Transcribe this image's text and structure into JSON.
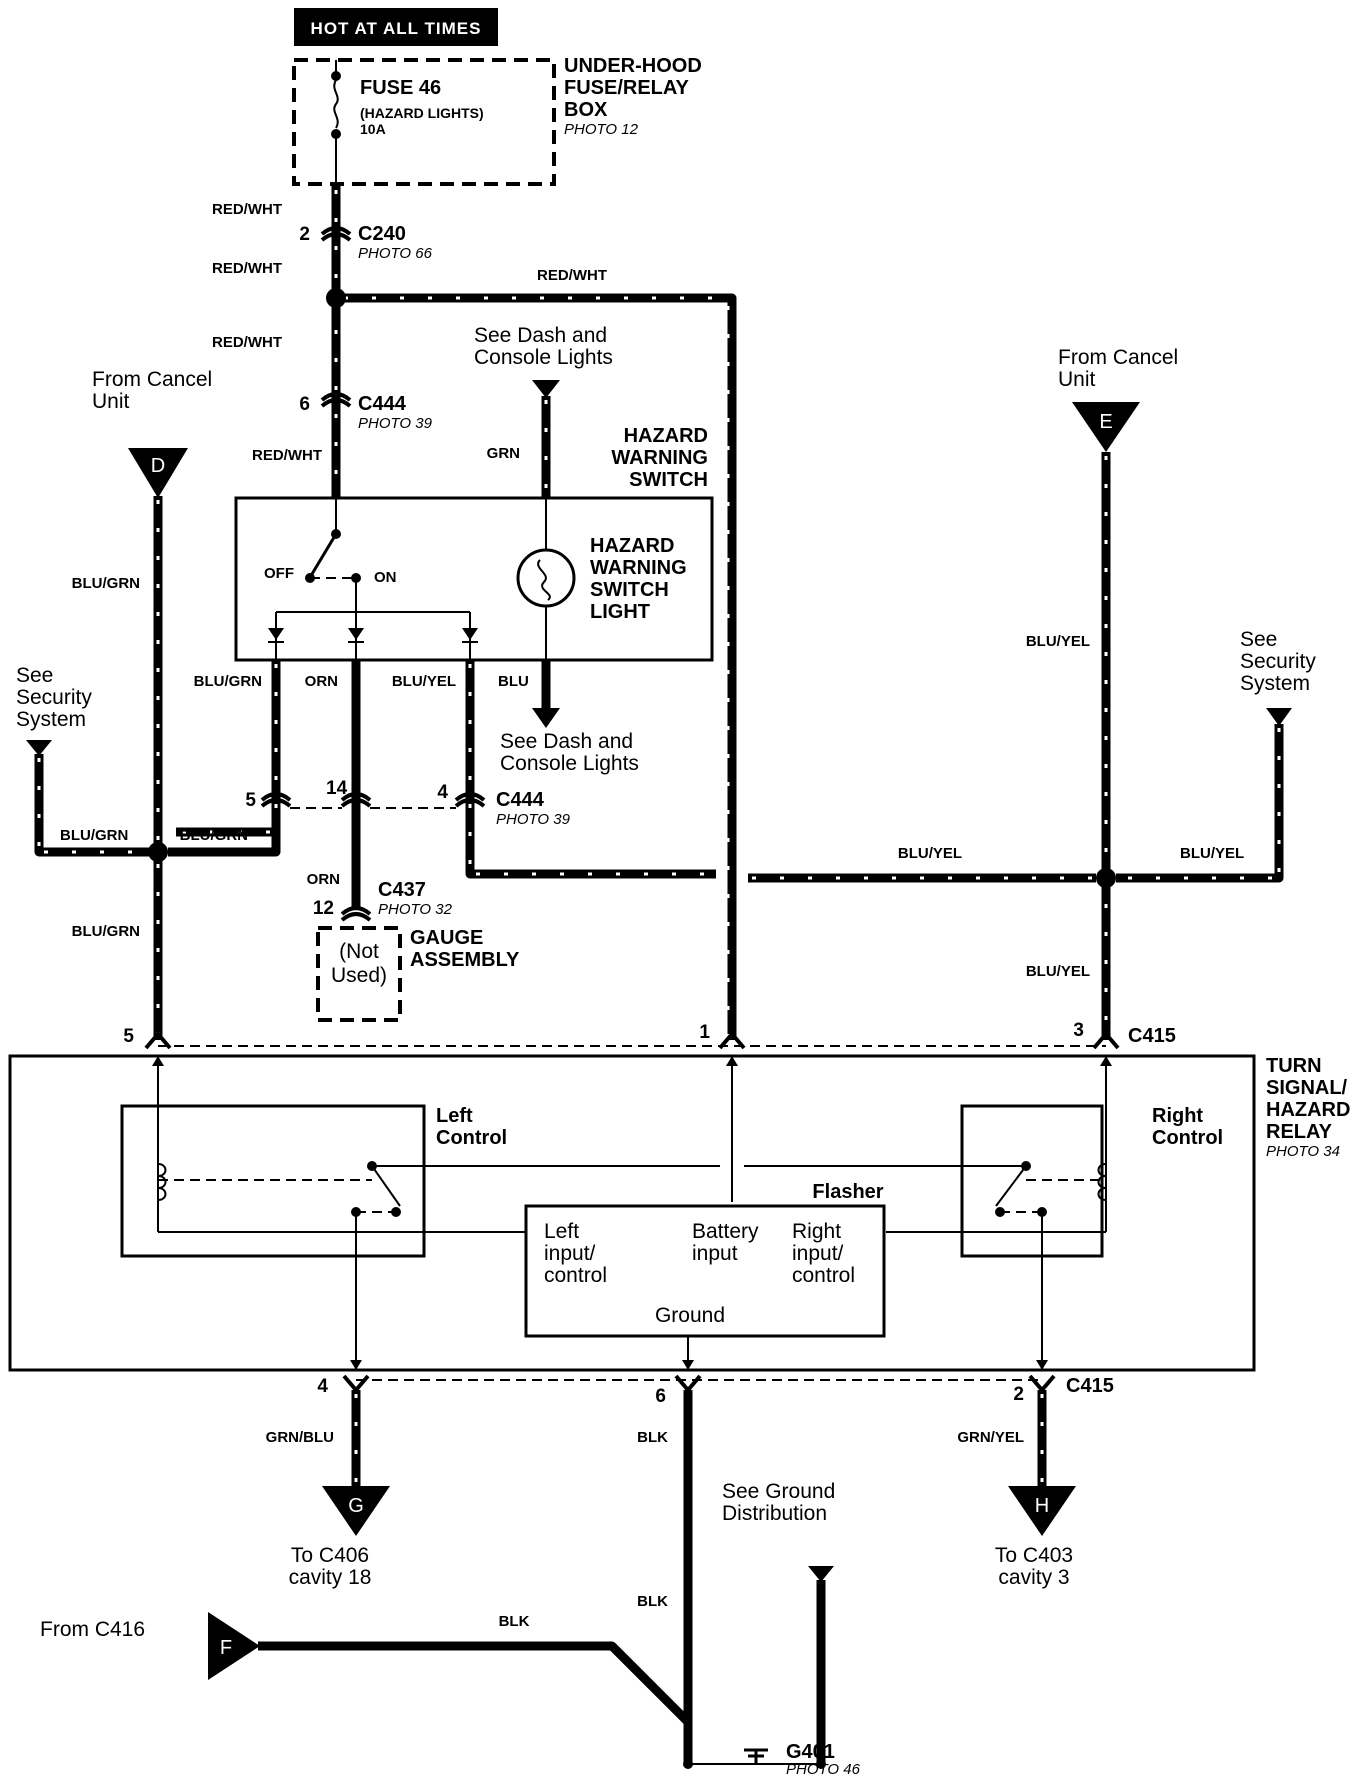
{
  "header": {
    "hot_label": "HOT AT ALL TIMES"
  },
  "fuse_box": {
    "fuse": "FUSE 46",
    "fuse_desc": "(HAZARD LIGHTS)",
    "rating": "10A",
    "title_1": "UNDER-HOOD",
    "title_2": "FUSE/RELAY",
    "title_3": "BOX",
    "photo": "PHOTO 12"
  },
  "connectors": {
    "c240": "C240",
    "c240_photo": "PHOTO 66",
    "c240_pin": "2",
    "c444_top": "C444",
    "c444_top_photo": "PHOTO 39",
    "c444_top_pin": "6",
    "c444_mid": "C444",
    "c444_mid_photo": "PHOTO 39",
    "c444_pin_5": "5",
    "c444_pin_14": "14",
    "c444_pin_4": "4",
    "c437": "C437",
    "c437_photo": "PHOTO 32",
    "c437_pin": "12",
    "c415_top": "C415",
    "c415_pin_5": "5",
    "c415_pin_1": "1",
    "c415_pin_3": "3",
    "c415_bottom": "C415",
    "c415_pin_4": "4",
    "c415_pin_6": "6",
    "c415_pin_2": "2"
  },
  "wires": {
    "red_wht": "RED/WHT",
    "grn": "GRN",
    "blu": "BLU",
    "blu_grn": "BLU/GRN",
    "blu_yel": "BLU/YEL",
    "orn": "ORN",
    "grn_blu": "GRN/BLU",
    "grn_yel": "GRN/YEL",
    "blk": "BLK"
  },
  "refs": {
    "dash_lights_1": "See Dash and",
    "dash_lights_2": "Console Lights",
    "cancel_unit_1": "From Cancel",
    "cancel_unit_2": "Unit",
    "security_1": "See",
    "security_2": "Security",
    "security_3": "System",
    "ground_dist_1": "See Ground",
    "ground_dist_2": "Distribution",
    "to_c406_1": "To C406",
    "to_c406_2": "cavity 18",
    "to_c403_1": "To C403",
    "to_c403_2": "cavity 3",
    "from_c416": "From C416"
  },
  "terminals": {
    "D": "D",
    "E": "E",
    "F": "F",
    "G": "G",
    "H": "H"
  },
  "hazard_switch": {
    "title_1": "HAZARD",
    "title_2": "WARNING",
    "title_3": "SWITCH",
    "off": "OFF",
    "on": "ON",
    "light_1": "HAZARD",
    "light_2": "WARNING",
    "light_3": "SWITCH",
    "light_4": "LIGHT"
  },
  "gauge": {
    "not_used_1": "(Not",
    "not_used_2": "Used)",
    "title_1": "GAUGE",
    "title_2": "ASSEMBLY"
  },
  "relay": {
    "title_1": "TURN",
    "title_2": "SIGNAL/",
    "title_3": "HAZARD",
    "title_4": "RELAY",
    "photo": "PHOTO 34",
    "left_1": "Left",
    "left_2": "Control",
    "right_1": "Right",
    "right_2": "Control",
    "flasher": "Flasher",
    "left_input_1": "Left",
    "left_input_2": "input/",
    "left_input_3": "control",
    "battery_1": "Battery",
    "battery_2": "input",
    "right_input_1": "Right",
    "right_input_2": "input/",
    "right_input_3": "control",
    "ground": "Ground"
  },
  "ground": {
    "name": "G401",
    "photo": "PHOTO 46"
  }
}
